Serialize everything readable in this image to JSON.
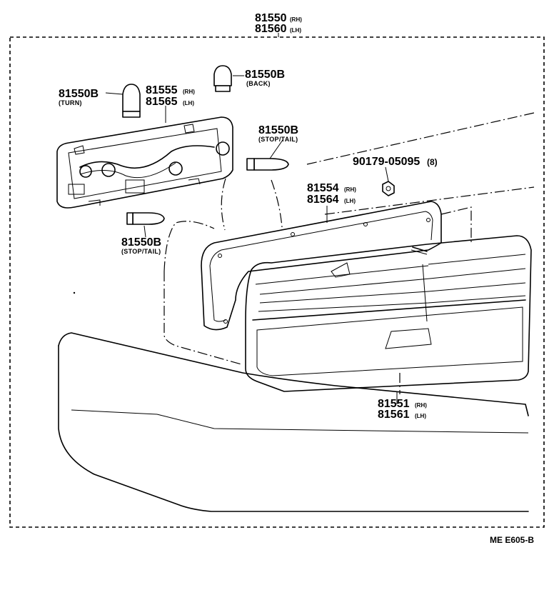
{
  "diagram": {
    "assembly": {
      "rh": "81550",
      "rh_suffix": "(RH)",
      "lh": "81560",
      "lh_suffix": "(LH)"
    },
    "bulb_turn": {
      "number": "81550B",
      "label": "(TURN)"
    },
    "socket_cord": {
      "rh": "81555",
      "rh_suffix": "(RH)",
      "lh": "81565",
      "lh_suffix": "(LH)"
    },
    "bulb_back": {
      "number": "81550B",
      "label": "(BACK)"
    },
    "bulb_stop_tail_upper": {
      "number": "81550B",
      "label": "(STOP/TAIL)"
    },
    "nut": {
      "number": "90179-05095",
      "qty": "(8)"
    },
    "gasket": {
      "rh": "81554",
      "rh_suffix": "(RH)",
      "lh": "81564",
      "lh_suffix": "(LH)"
    },
    "bulb_stop_tail_lower": {
      "number": "81550B",
      "label": "(STOP/TAIL)"
    },
    "lens": {
      "rh": "81551",
      "rh_suffix": "(RH)",
      "lh": "81561",
      "lh_suffix": "(LH)"
    },
    "figure_ref": "ME E605-B"
  }
}
